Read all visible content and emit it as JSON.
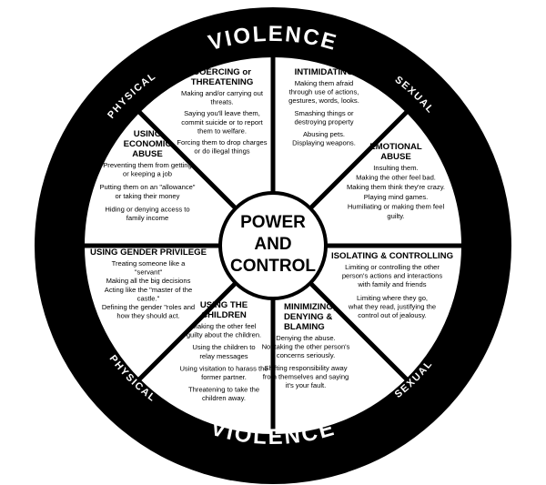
{
  "ring": {
    "top_big": "VIOLENCE",
    "top_left": "PHYSICAL",
    "top_right": "SEXUAL",
    "bottom_big": "VIOLENCE",
    "bottom_left": "PHYSICAL",
    "bottom_right": "SEXUAL"
  },
  "hub": {
    "lines": [
      "POWER",
      "AND",
      "CONTROL"
    ]
  },
  "sections": [
    {
      "key": "coercing",
      "title": [
        "COERCING or",
        "THREATENING"
      ],
      "paragraphs": [
        [
          "Making and/or carrying out",
          "threats."
        ],
        [
          "Saying you'll leave them,",
          "commit suicide or to report",
          "them to welfare."
        ],
        [
          "Forcing them to drop charges",
          "or do illegal things"
        ]
      ]
    },
    {
      "key": "intimidating",
      "title": [
        "INTIMIDATING"
      ],
      "paragraphs": [
        [
          "Making them afraid",
          "through use of actions,",
          "gestures, words, looks."
        ],
        [
          "Smashing things or",
          "destroying property"
        ],
        [
          "Abusing pets.",
          "Displaying weapons."
        ]
      ]
    },
    {
      "key": "emotional",
      "title": [
        "EMOTIONAL",
        "ABUSE"
      ],
      "paragraphs": [
        [
          "Insulting them.",
          "Making the other feel bad.",
          "Making them think they're crazy.",
          "Playing mind games.",
          "Humiliating or making them feel",
          "guilty."
        ]
      ]
    },
    {
      "key": "isolating",
      "title": [
        "ISOLATING & CONTROLLING"
      ],
      "paragraphs": [
        [
          "Limiting or controlling the other",
          "person's actions and interactions",
          "with family and friends"
        ],
        [
          "Limiting where they go,",
          "what they read, justifying the",
          "control out of jealousy."
        ]
      ]
    },
    {
      "key": "minimizing",
      "title": [
        "MINIMIZING,",
        "DENYING &",
        "BLAMING"
      ],
      "paragraphs": [
        [
          "Denying the abuse.",
          "Not taking the other person's",
          "concerns seriously."
        ],
        [
          "Shifting responsibility away",
          "from themselves and saying",
          "it's your fault."
        ]
      ]
    },
    {
      "key": "children",
      "title": [
        "USING THE",
        "CHILDREN"
      ],
      "paragraphs": [
        [
          "Making the other feel",
          "guilty about the children."
        ],
        [
          "Using the children to",
          "relay messages"
        ],
        [
          "Using visitation to harass the",
          "former partner."
        ],
        [
          "Threatening to take the",
          "children away."
        ]
      ]
    },
    {
      "key": "gender",
      "title": [
        "USING GENDER PRIVILEGE"
      ],
      "paragraphs": [
        [
          "Treating someone like a",
          "\"servant\"",
          "Making all the big decisions",
          "Acting like the \"master of the",
          "castle.\"",
          "Defining the gender \"roles and",
          "how they should act."
        ]
      ]
    },
    {
      "key": "economic",
      "title": [
        "USING",
        "ECONOMIC",
        "ABUSE"
      ],
      "paragraphs": [
        [
          "Preventing them from getting",
          "or keeping a job"
        ],
        [
          "Putting them on an \"allowance\"",
          "or taking their money"
        ],
        [
          "Hiding or denying access to",
          "family income"
        ]
      ]
    }
  ]
}
